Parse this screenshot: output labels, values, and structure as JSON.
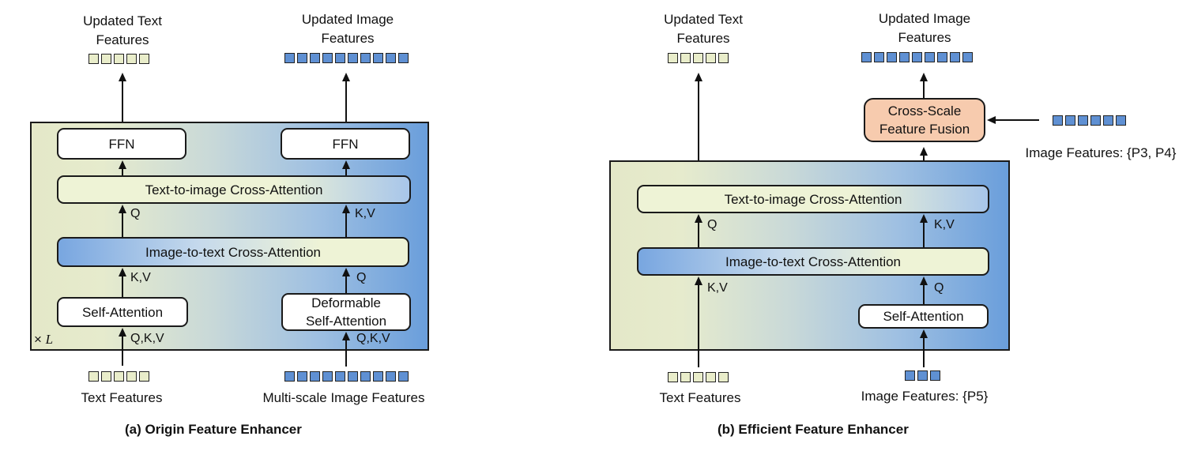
{
  "panel_a": {
    "caption": "(a) Origin Feature Enhancer",
    "top_left_label_1": "Updated Text",
    "top_left_label_2": "Features",
    "top_right_label_1": "Updated Image",
    "top_right_label_2": "Features",
    "ffn_left": "FFN",
    "ffn_right": "FFN",
    "t2i": "Text-to-image Cross-Attention",
    "i2t": "Image-to-text Cross-Attention",
    "self_attention": "Self-Attention",
    "deformable_1": "Deformable",
    "deformable_2": "Self-Attention",
    "q_upper": "Q",
    "kv_upper": "K,V",
    "kv_lower": "K,V",
    "q_lower": "Q",
    "qkv_left": "Q,K,V",
    "qkv_right": "Q,K,V",
    "repeat_times": "×",
    "repeat_var": "L",
    "text_features": "Text Features",
    "image_features": "Multi-scale Image Features",
    "text_token_count": 5,
    "image_token_count": 10
  },
  "panel_b": {
    "caption": "(b) Efficient Feature Enhancer",
    "top_left_label_1": "Updated Text",
    "top_left_label_2": "Features",
    "top_right_label_1": "Updated Image",
    "top_right_label_2": "Features",
    "fusion_1": "Cross-Scale",
    "fusion_2": "Feature Fusion",
    "side_features": "Image Features: {P3, P4}",
    "t2i": "Text-to-image Cross-Attention",
    "i2t": "Image-to-text Cross-Attention",
    "self_attention": "Self-Attention",
    "q_upper": "Q",
    "kv_upper": "K,V",
    "kv_lower": "K,V",
    "q_lower": "Q",
    "text_features": "Text Features",
    "image_features": "Image Features: {P5}",
    "text_token_count": 5,
    "image_token_count": 3,
    "side_token_count": 6
  }
}
